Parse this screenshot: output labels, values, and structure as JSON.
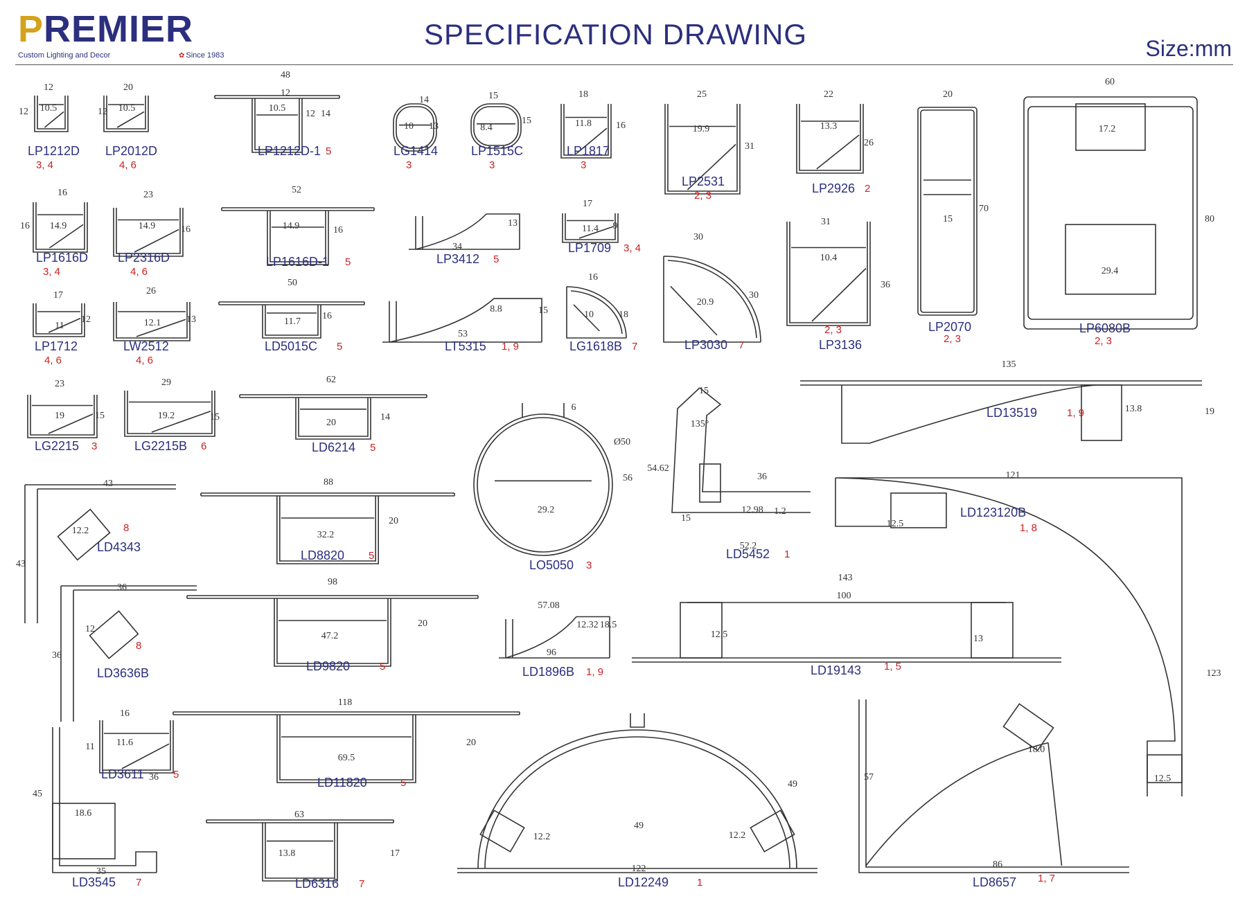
{
  "header": {
    "brand": "PREMIER",
    "tagline": "Custom Lighting and Decor",
    "since": "Since 1983",
    "title": "SPECIFICATION DRAWING",
    "units": "Size:mm"
  },
  "colors": {
    "brand_navy": "#2b2f7e",
    "brand_gold": "#d4a21c",
    "note_red": "#cc1f1f",
    "line": "#333333"
  },
  "profiles": [
    {
      "name": "LP1212D",
      "note": "3, 4",
      "dims": [
        "12",
        "12",
        "10.5"
      ]
    },
    {
      "name": "LP2012D",
      "note": "4, 6",
      "dims": [
        "20",
        "12",
        "10.5"
      ]
    },
    {
      "name": "LP1212D-1",
      "note": "5",
      "dims": [
        "48",
        "12",
        "10.5",
        "12",
        "14"
      ]
    },
    {
      "name": "LG1414",
      "note": "3",
      "dims": [
        "10",
        "13",
        "14"
      ]
    },
    {
      "name": "LP1515C",
      "note": "3",
      "dims": [
        "15",
        "8.4",
        "15"
      ]
    },
    {
      "name": "LP1817",
      "note": "3",
      "dims": [
        "18",
        "11.8",
        "16"
      ]
    },
    {
      "name": "LP2531",
      "note": "2, 3",
      "dims": [
        "25",
        "19.9",
        "31"
      ]
    },
    {
      "name": "LP2926",
      "note": "2",
      "dims": [
        "22",
        "13.3",
        "26"
      ]
    },
    {
      "name": "LP2070",
      "note": "2, 3",
      "dims": [
        "20",
        "15",
        "70"
      ]
    },
    {
      "name": "LP6080B",
      "note": "2, 3",
      "dims": [
        "60",
        "17.2",
        "29.4",
        "80"
      ]
    },
    {
      "name": "LP1616D",
      "note": "3, 4",
      "dims": [
        "16",
        "16",
        "14.9"
      ]
    },
    {
      "name": "LP2316D",
      "note": "4, 6",
      "dims": [
        "23",
        "14.9",
        "16"
      ]
    },
    {
      "name": "LP1616D-1",
      "note": "5",
      "dims": [
        "52",
        "14.9",
        "16"
      ]
    },
    {
      "name": "LP3412",
      "note": "5",
      "dims": [
        "34",
        "13"
      ]
    },
    {
      "name": "LP1709",
      "note": "3, 4",
      "dims": [
        "17",
        "11.4",
        "9"
      ]
    },
    {
      "name": "LP3030",
      "note": "7",
      "dims": [
        "30",
        "20.9",
        "30"
      ]
    },
    {
      "name": "LP3136",
      "note": "2, 3",
      "dims": [
        "31",
        "10.4",
        "36"
      ]
    },
    {
      "name": "LP1712",
      "note": "4, 6",
      "dims": [
        "17",
        "11",
        "12"
      ]
    },
    {
      "name": "LW2512",
      "note": "4, 6",
      "dims": [
        "26",
        "12.1",
        "13"
      ]
    },
    {
      "name": "LD5015C",
      "note": "5",
      "dims": [
        "50",
        "11.7",
        "16"
      ]
    },
    {
      "name": "LT5315",
      "note": "1, 9",
      "dims": [
        "53",
        "8.8",
        "15"
      ]
    },
    {
      "name": "LG1618B",
      "note": "7",
      "dims": [
        "16",
        "10",
        "18"
      ]
    },
    {
      "name": "LD13519",
      "note": "1, 9",
      "dims": [
        "135",
        "13.8",
        "19"
      ]
    },
    {
      "name": "LG2215",
      "note": "3",
      "dims": [
        "23",
        "19",
        "15"
      ]
    },
    {
      "name": "LG2215B",
      "note": "6",
      "dims": [
        "29",
        "19.2",
        "15"
      ]
    },
    {
      "name": "LD6214",
      "note": "5",
      "dims": [
        "62",
        "20",
        "14"
      ]
    },
    {
      "name": "LO5050",
      "note": "3",
      "dims": [
        "6",
        "Ø50",
        "56",
        "29.2"
      ]
    },
    {
      "name": "LD5452",
      "note": "1",
      "dims": [
        "15",
        "135°",
        "54.62",
        "36",
        "12.98",
        "1.2",
        "15",
        "52.2"
      ]
    },
    {
      "name": "LD123120B",
      "note": "1, 8",
      "dims": [
        "121",
        "12.5",
        "123",
        "12.5"
      ]
    },
    {
      "name": "LD4343",
      "note": "8",
      "dims": [
        "43",
        "12.2",
        "43"
      ]
    },
    {
      "name": "LD8820",
      "note": "5",
      "dims": [
        "88",
        "32.2",
        "20"
      ]
    },
    {
      "name": "LD3636B",
      "note": "8",
      "dims": [
        "36",
        "12",
        "36"
      ]
    },
    {
      "name": "LD9820",
      "note": "5",
      "dims": [
        "98",
        "47.2",
        "20"
      ]
    },
    {
      "name": "LD1896B",
      "note": "1, 9",
      "dims": [
        "57.08",
        "96",
        "12.32",
        "18.5"
      ]
    },
    {
      "name": "LD19143",
      "note": "1, 5",
      "dims": [
        "143",
        "100",
        "12.5",
        "13"
      ]
    },
    {
      "name": "LD3611",
      "note": "5",
      "dims": [
        "16",
        "11.6",
        "11",
        "36"
      ]
    },
    {
      "name": "LD11820",
      "note": "5",
      "dims": [
        "118",
        "69.5",
        "20"
      ]
    },
    {
      "name": "LD3545",
      "note": "7",
      "dims": [
        "45",
        "18.6",
        "35"
      ]
    },
    {
      "name": "LD6316",
      "note": "7",
      "dims": [
        "63",
        "13.8",
        "17"
      ]
    },
    {
      "name": "LD12249",
      "note": "1",
      "dims": [
        "49",
        "12.2",
        "12.2",
        "49",
        "122"
      ]
    },
    {
      "name": "LD8657",
      "note": "1, 7",
      "dims": [
        "57",
        "18.0",
        "86"
      ]
    }
  ]
}
